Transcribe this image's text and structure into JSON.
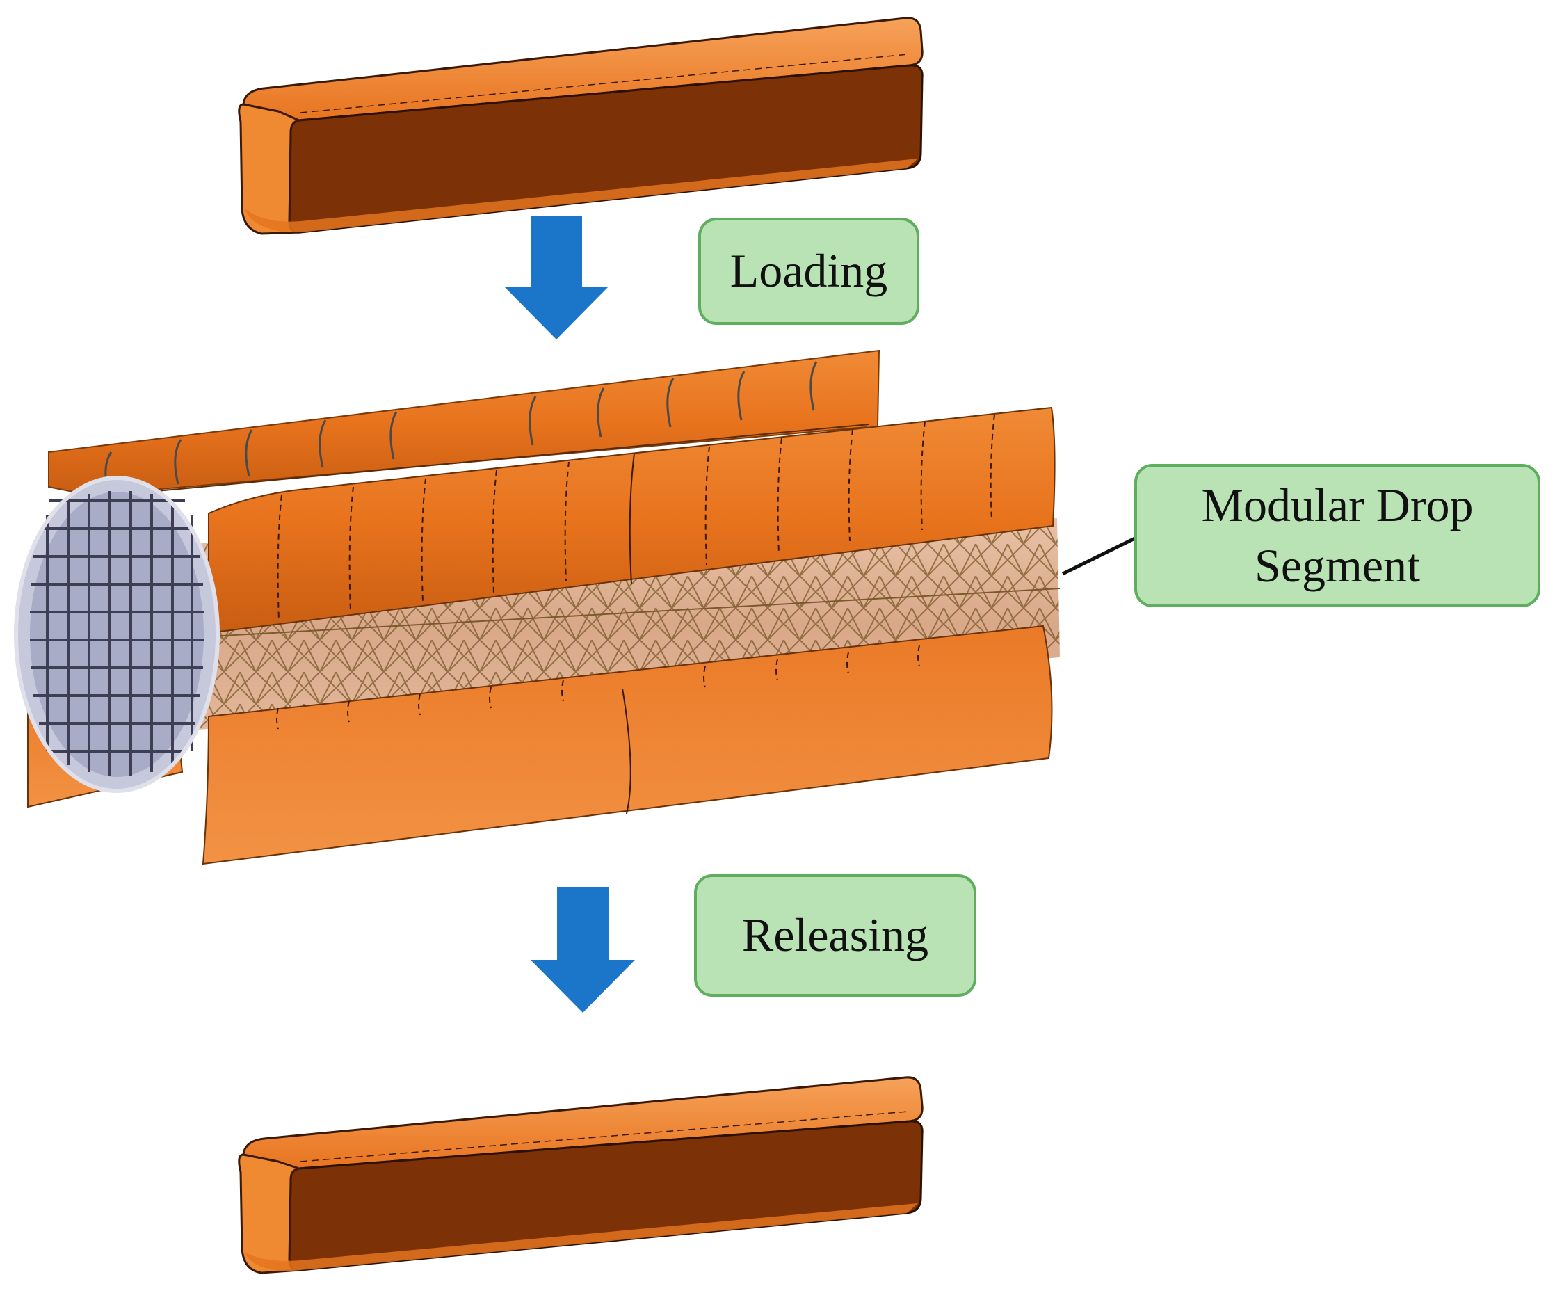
{
  "labels": {
    "loading": "Loading",
    "segment_line1": "Modular Drop",
    "segment_line2": "Segment",
    "releasing": "Releasing"
  },
  "colors": {
    "arrow": "#1b75c9",
    "label_fill": "#b9e3b5",
    "label_border": "#5fae5f",
    "payload_face": "#7c3107",
    "payload_top": "#f2832a",
    "shell_orange": "#ec7d2c",
    "grid_plate": "#a9acc6"
  },
  "icons": [
    "down-arrow-icon",
    "down-arrow-icon"
  ]
}
